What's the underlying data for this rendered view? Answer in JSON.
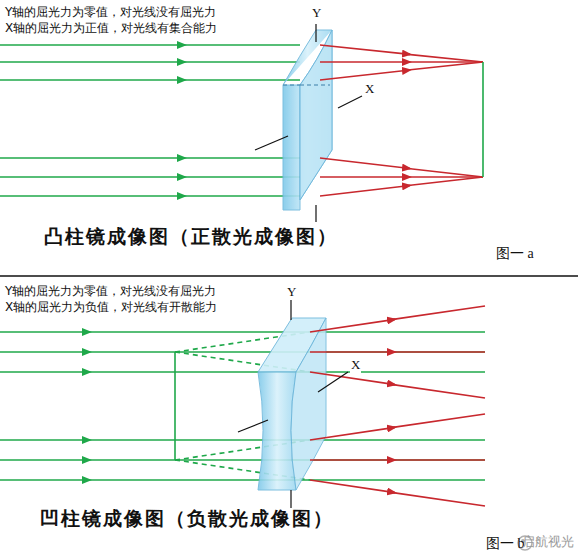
{
  "diagram": {
    "labels": [
      "Y轴的屈光力为零值，对光线没有屈光力",
      "X轴的屈光力为正值，对光线有集合能力",
      "Y",
      "X",
      "凸柱镜成像图（正散光成像图）",
      "图一 a",
      "Y轴的屈光力为零值，对光线没有屈光力",
      "X轴的屈光力为负值，对光线有开散能力",
      "Y",
      "X",
      "凹柱镜成像图（负散光成像图）",
      "图一 b",
      "启航视光"
    ]
  }
}
